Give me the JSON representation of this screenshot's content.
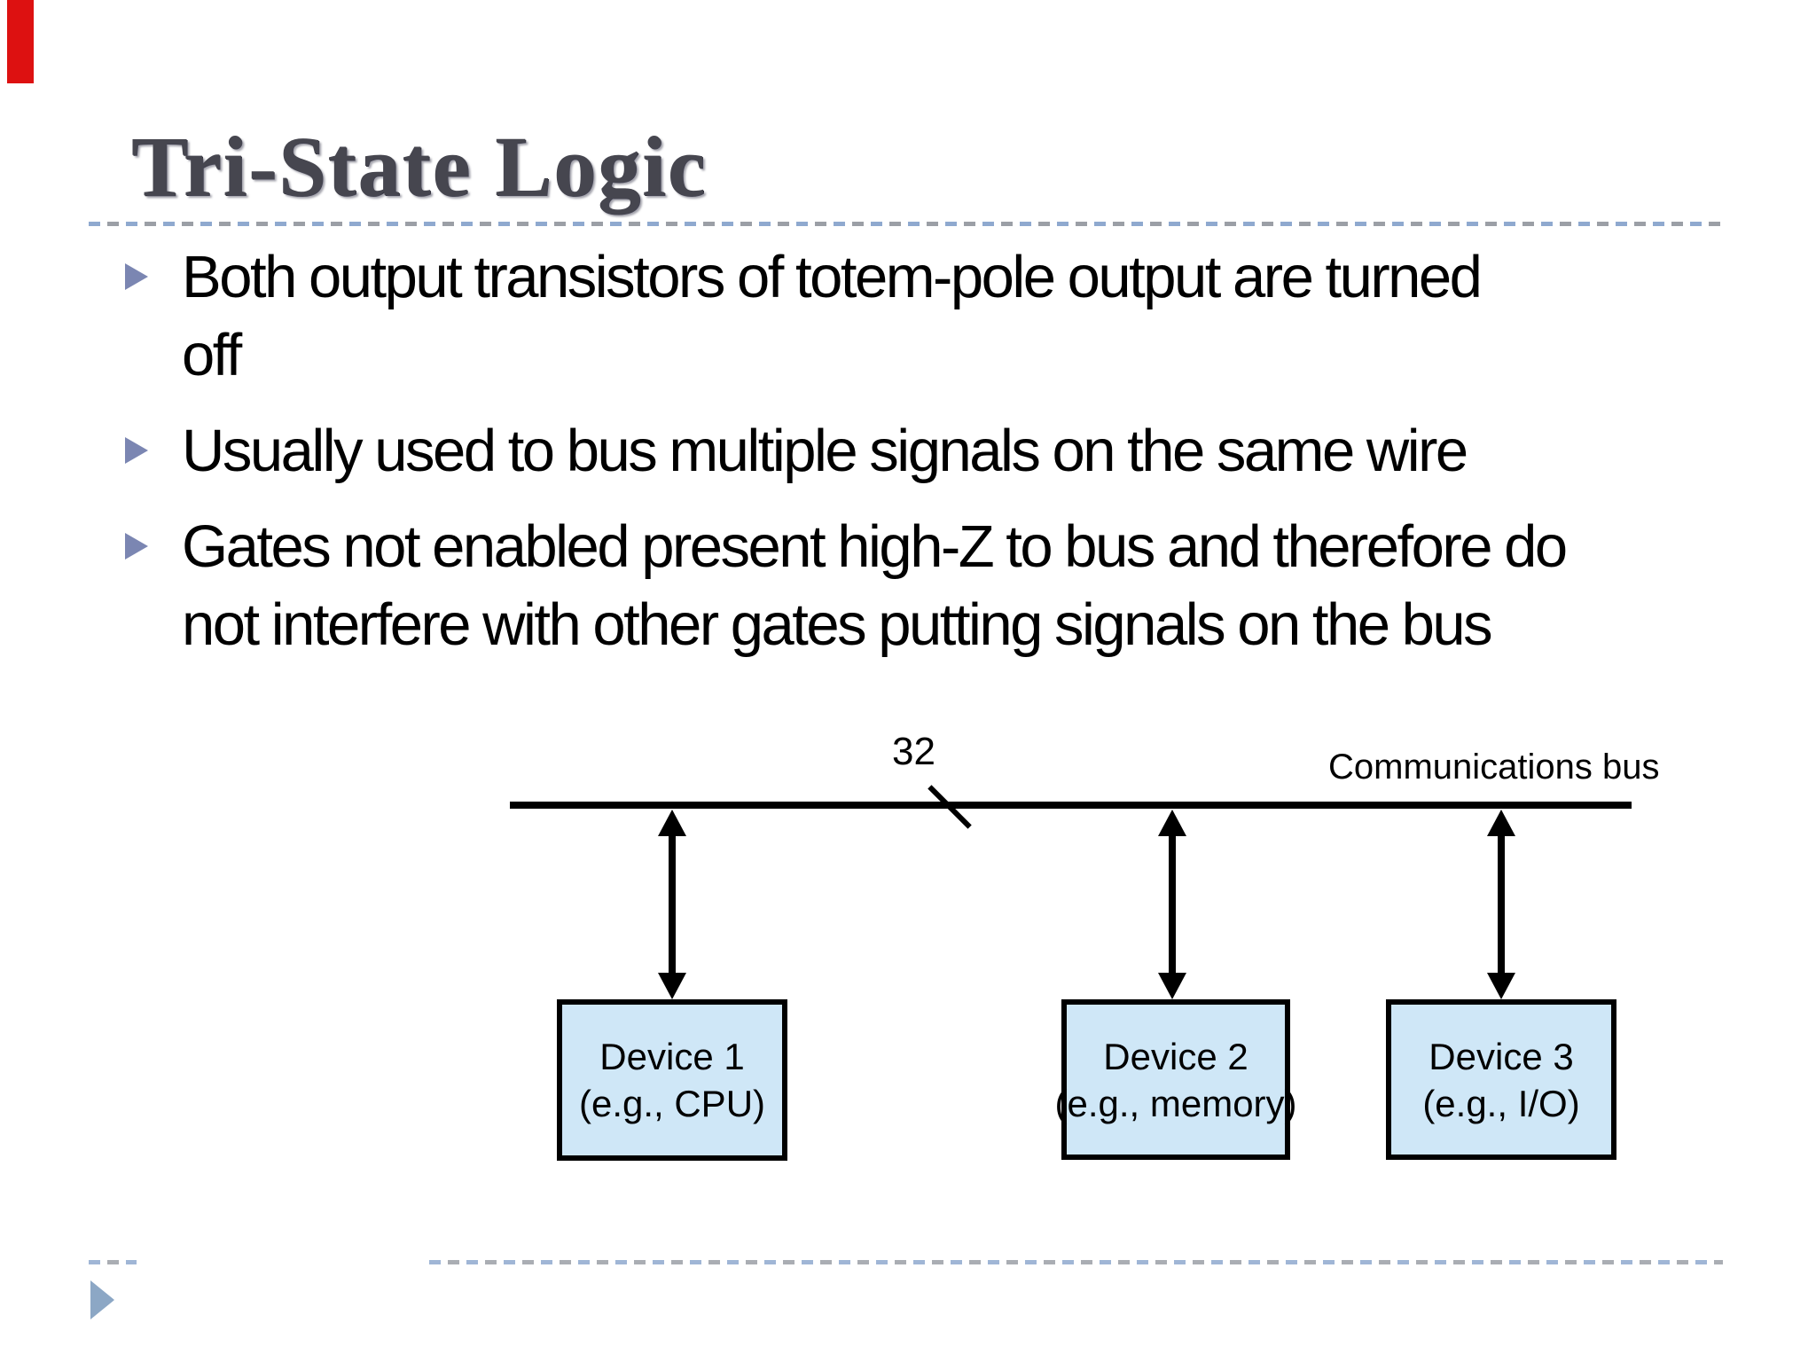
{
  "slide": {
    "title": "Tri-State Logic",
    "bullets": [
      {
        "lines": [
          "Both output transistors of totem-pole output are turned",
          "off"
        ]
      },
      {
        "lines": [
          "Usually used to bus multiple signals on the same wire"
        ]
      },
      {
        "lines": [
          "Gates not enabled present high-Z to bus and therefore do",
          "not interfere with other gates putting signals on the bus"
        ]
      }
    ],
    "diagram": {
      "bus_width_label": "32",
      "bus_label": "Communications bus",
      "devices": [
        {
          "name": "Device 1",
          "example": "(e.g., CPU)"
        },
        {
          "name": "Device 2",
          "example": "(e.g., memory)"
        },
        {
          "name": "Device 3",
          "example": "(e.g., I/O)"
        }
      ]
    },
    "colors": {
      "bullet_marker": "#7b86b2",
      "footer_arrow": "#8ca7c5",
      "device_box_fill": "#cfe7f7",
      "dash_blue": "#8fa9cf",
      "dash_gray": "#9b9fa6",
      "title_text": "#46464f",
      "red_bar": "#dd1111",
      "diagram_ink": "#000000"
    }
  }
}
